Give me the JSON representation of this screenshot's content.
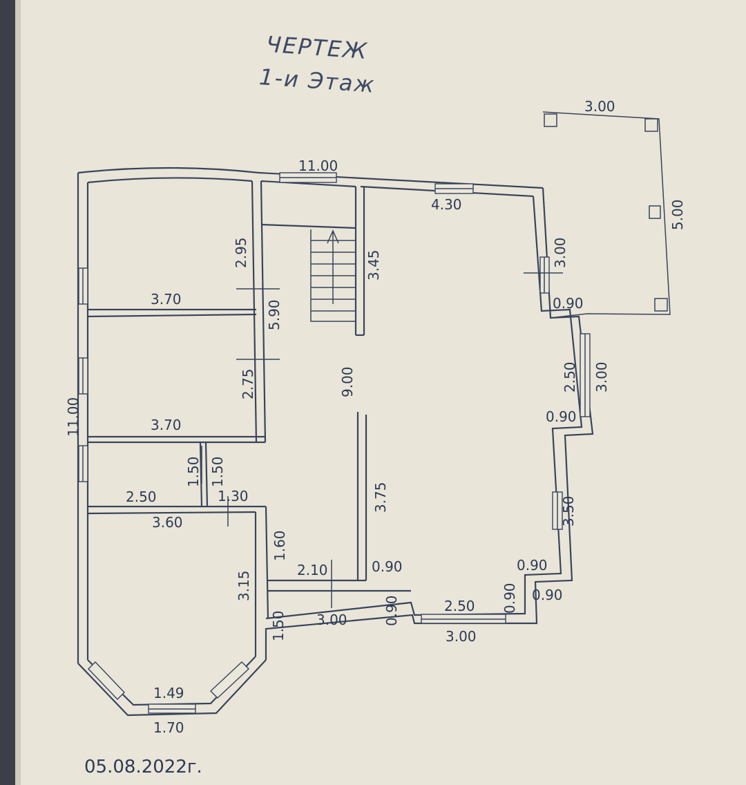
{
  "title": {
    "line1": "ЧЕРТЕЖ",
    "line2": "1-и Этаж"
  },
  "date": "05.08.2022г.",
  "dimensions": {
    "total_width": "11.00",
    "total_height": "11.00",
    "annex_width": "3.00",
    "annex_height": "5.00",
    "annex_side": "3.00",
    "annex_offset": "0.90",
    "hall_top": "4.30",
    "stair_width": "3.45",
    "hall_height": "9.00",
    "hall_partition": "3.75",
    "room1_height": "2.95",
    "room1_width": "3.70",
    "corridor_height": "5.90",
    "room2_height": "2.75",
    "room2_width": "3.70",
    "bath_h_left": "1.50",
    "bath_h_right": "1.50",
    "bath_width": "2.50",
    "bath_step": "1.30",
    "bay_width": "3.60",
    "bay_height": "3.15",
    "bay_window": "1.49",
    "bay_bottom": "1.70",
    "corr_height": "1.60",
    "door_width": "2.10",
    "porch_height": "1.50",
    "porch_width": "3.00",
    "porch_step": "0.90",
    "right_step_a": "0.90",
    "right_step_b": "0.90",
    "right_step_c": "0.90",
    "right_step_d": "0.90",
    "right_step_e": "0.90",
    "right_wall_a": "2.50",
    "right_wall_b": "3.00",
    "right_wall_c": "3.50",
    "bottom_window": "2.50",
    "bottom_total": "3.00"
  }
}
